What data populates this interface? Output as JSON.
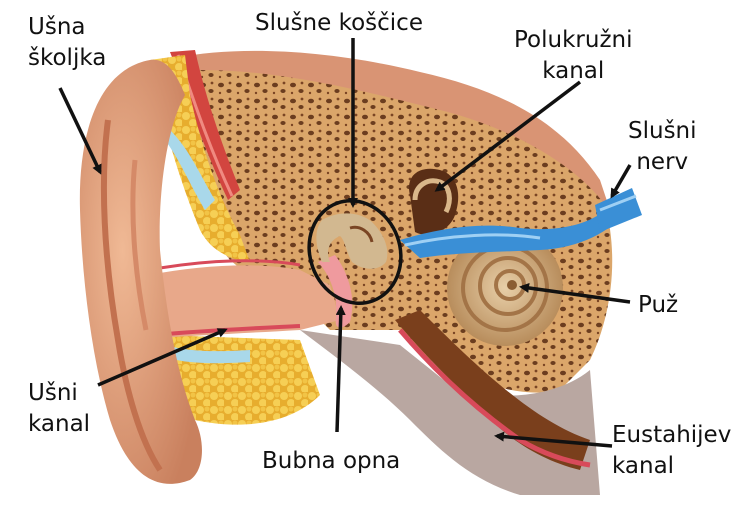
{
  "labels": {
    "usna_skoljka": [
      "Ušna",
      "školjka"
    ],
    "slusne_koscice": "Slušne koščice",
    "polukruzni_kanal": [
      "Polukružni",
      "kanal"
    ],
    "slusni_nerv": [
      "Slušni",
      "nerv"
    ],
    "puz": "Puž",
    "eustahijev_kanal": [
      "Eustahijev",
      "kanal"
    ],
    "bubna_opna": "Bubna opna",
    "usni_kanal": [
      "Ušni",
      "kanal"
    ]
  },
  "colors": {
    "skin": "#e4a07e",
    "skin_dark": "#c97b5a",
    "bone": "#d9a76b",
    "bone_pores": "#6b3d1f",
    "fat": "#f3c64a",
    "canal_pink": "#f2a8a0",
    "membrane_red": "#d84a5a",
    "muscle_red": "#d2453f",
    "nerve_blue": "#3a8fd6",
    "cochlea": "#d9b78a",
    "tube_brown": "#7a3f1c",
    "arrow": "#111111"
  }
}
